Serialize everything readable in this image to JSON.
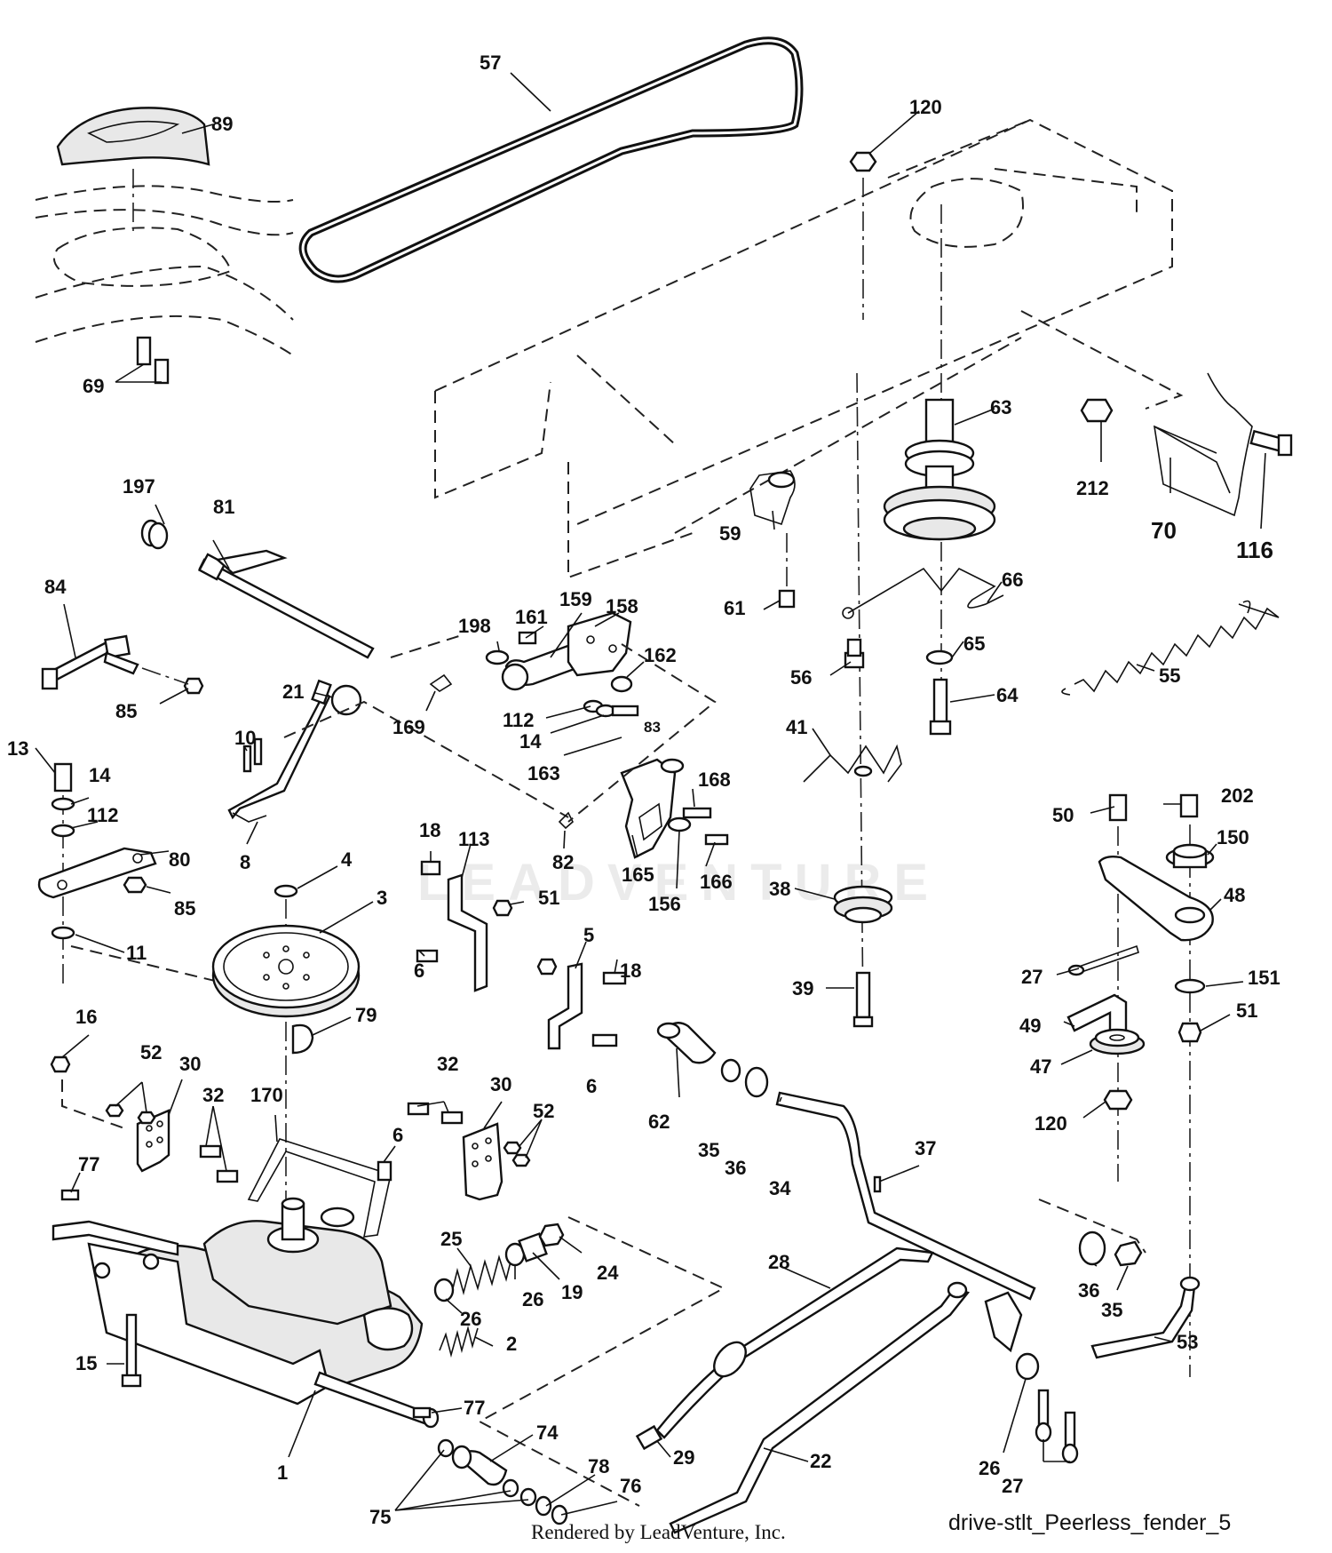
{
  "diagram": {
    "callouts": [
      "57",
      "89",
      "120",
      "69",
      "63",
      "212",
      "70",
      "116",
      "197",
      "81",
      "59",
      "66",
      "61",
      "84",
      "161",
      "159",
      "158",
      "198",
      "162",
      "65",
      "56",
      "55",
      "64",
      "85",
      "21",
      "169",
      "112",
      "14",
      "83",
      "41",
      "10",
      "163",
      "168",
      "13",
      "14",
      "112",
      "80",
      "8",
      "82",
      "18",
      "113",
      "165",
      "166",
      "156",
      "50",
      "202",
      "150",
      "85",
      "4",
      "38",
      "51",
      "48",
      "3",
      "11",
      "6",
      "5",
      "18",
      "27",
      "151",
      "39",
      "51",
      "49",
      "79",
      "47",
      "16",
      "62",
      "35",
      "36",
      "120",
      "52",
      "30",
      "32",
      "32",
      "30",
      "52",
      "6",
      "170",
      "6",
      "35",
      "36",
      "34",
      "37",
      "77",
      "25",
      "19",
      "24",
      "26",
      "26",
      "28",
      "36",
      "35",
      "2",
      "53",
      "15",
      "77",
      "74",
      "29",
      "22",
      "26",
      "27",
      "78",
      "76",
      "1",
      "75"
    ],
    "watermark": "LEADVENTURE",
    "name": "drive-stlt_Peerless_fender_5",
    "credit": "Rendered by LeadVenture, Inc."
  }
}
